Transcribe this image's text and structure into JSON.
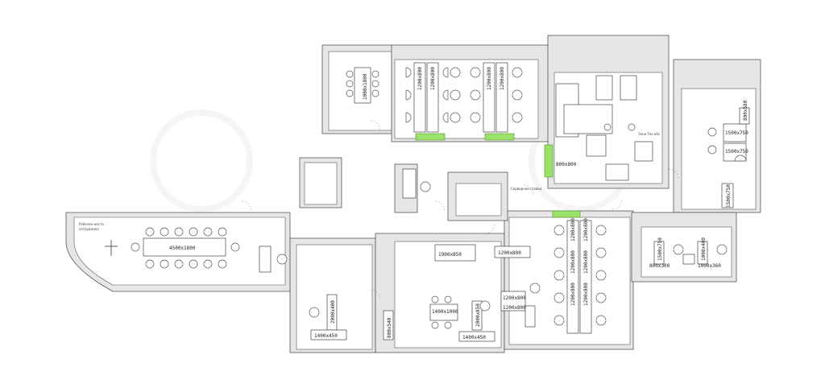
{
  "plan": {
    "labels": {
      "meeting_small": "1000x1800",
      "conference": "4500x1800",
      "desk_1200x800": "1200x800",
      "desk_1900x850": "1900x850",
      "desk_1400x1000": "1400x1000",
      "desk_2000x850": "2000x850",
      "desk_1400x450": "1400x450",
      "desk_2000x400": "2000x400",
      "desk_800x800": "800x800",
      "desk_1500x750": "1500x750",
      "desk_1500x750_v": "1500x750",
      "desk_800x580": "800x580",
      "desk_1500x750_b": "1500x750",
      "desk_1000x400": "1000x400",
      "desk_800x300": "800x300",
      "desk_1000x360": "1000x360",
      "desk_800x540": "800x540"
    },
    "notes": {
      "server_note": "Серверная стойка",
      "kitchen_note": "Зона Тех.обс.",
      "left_note_1": "Рабочее место",
      "left_note_2": "сотрудника"
    }
  }
}
